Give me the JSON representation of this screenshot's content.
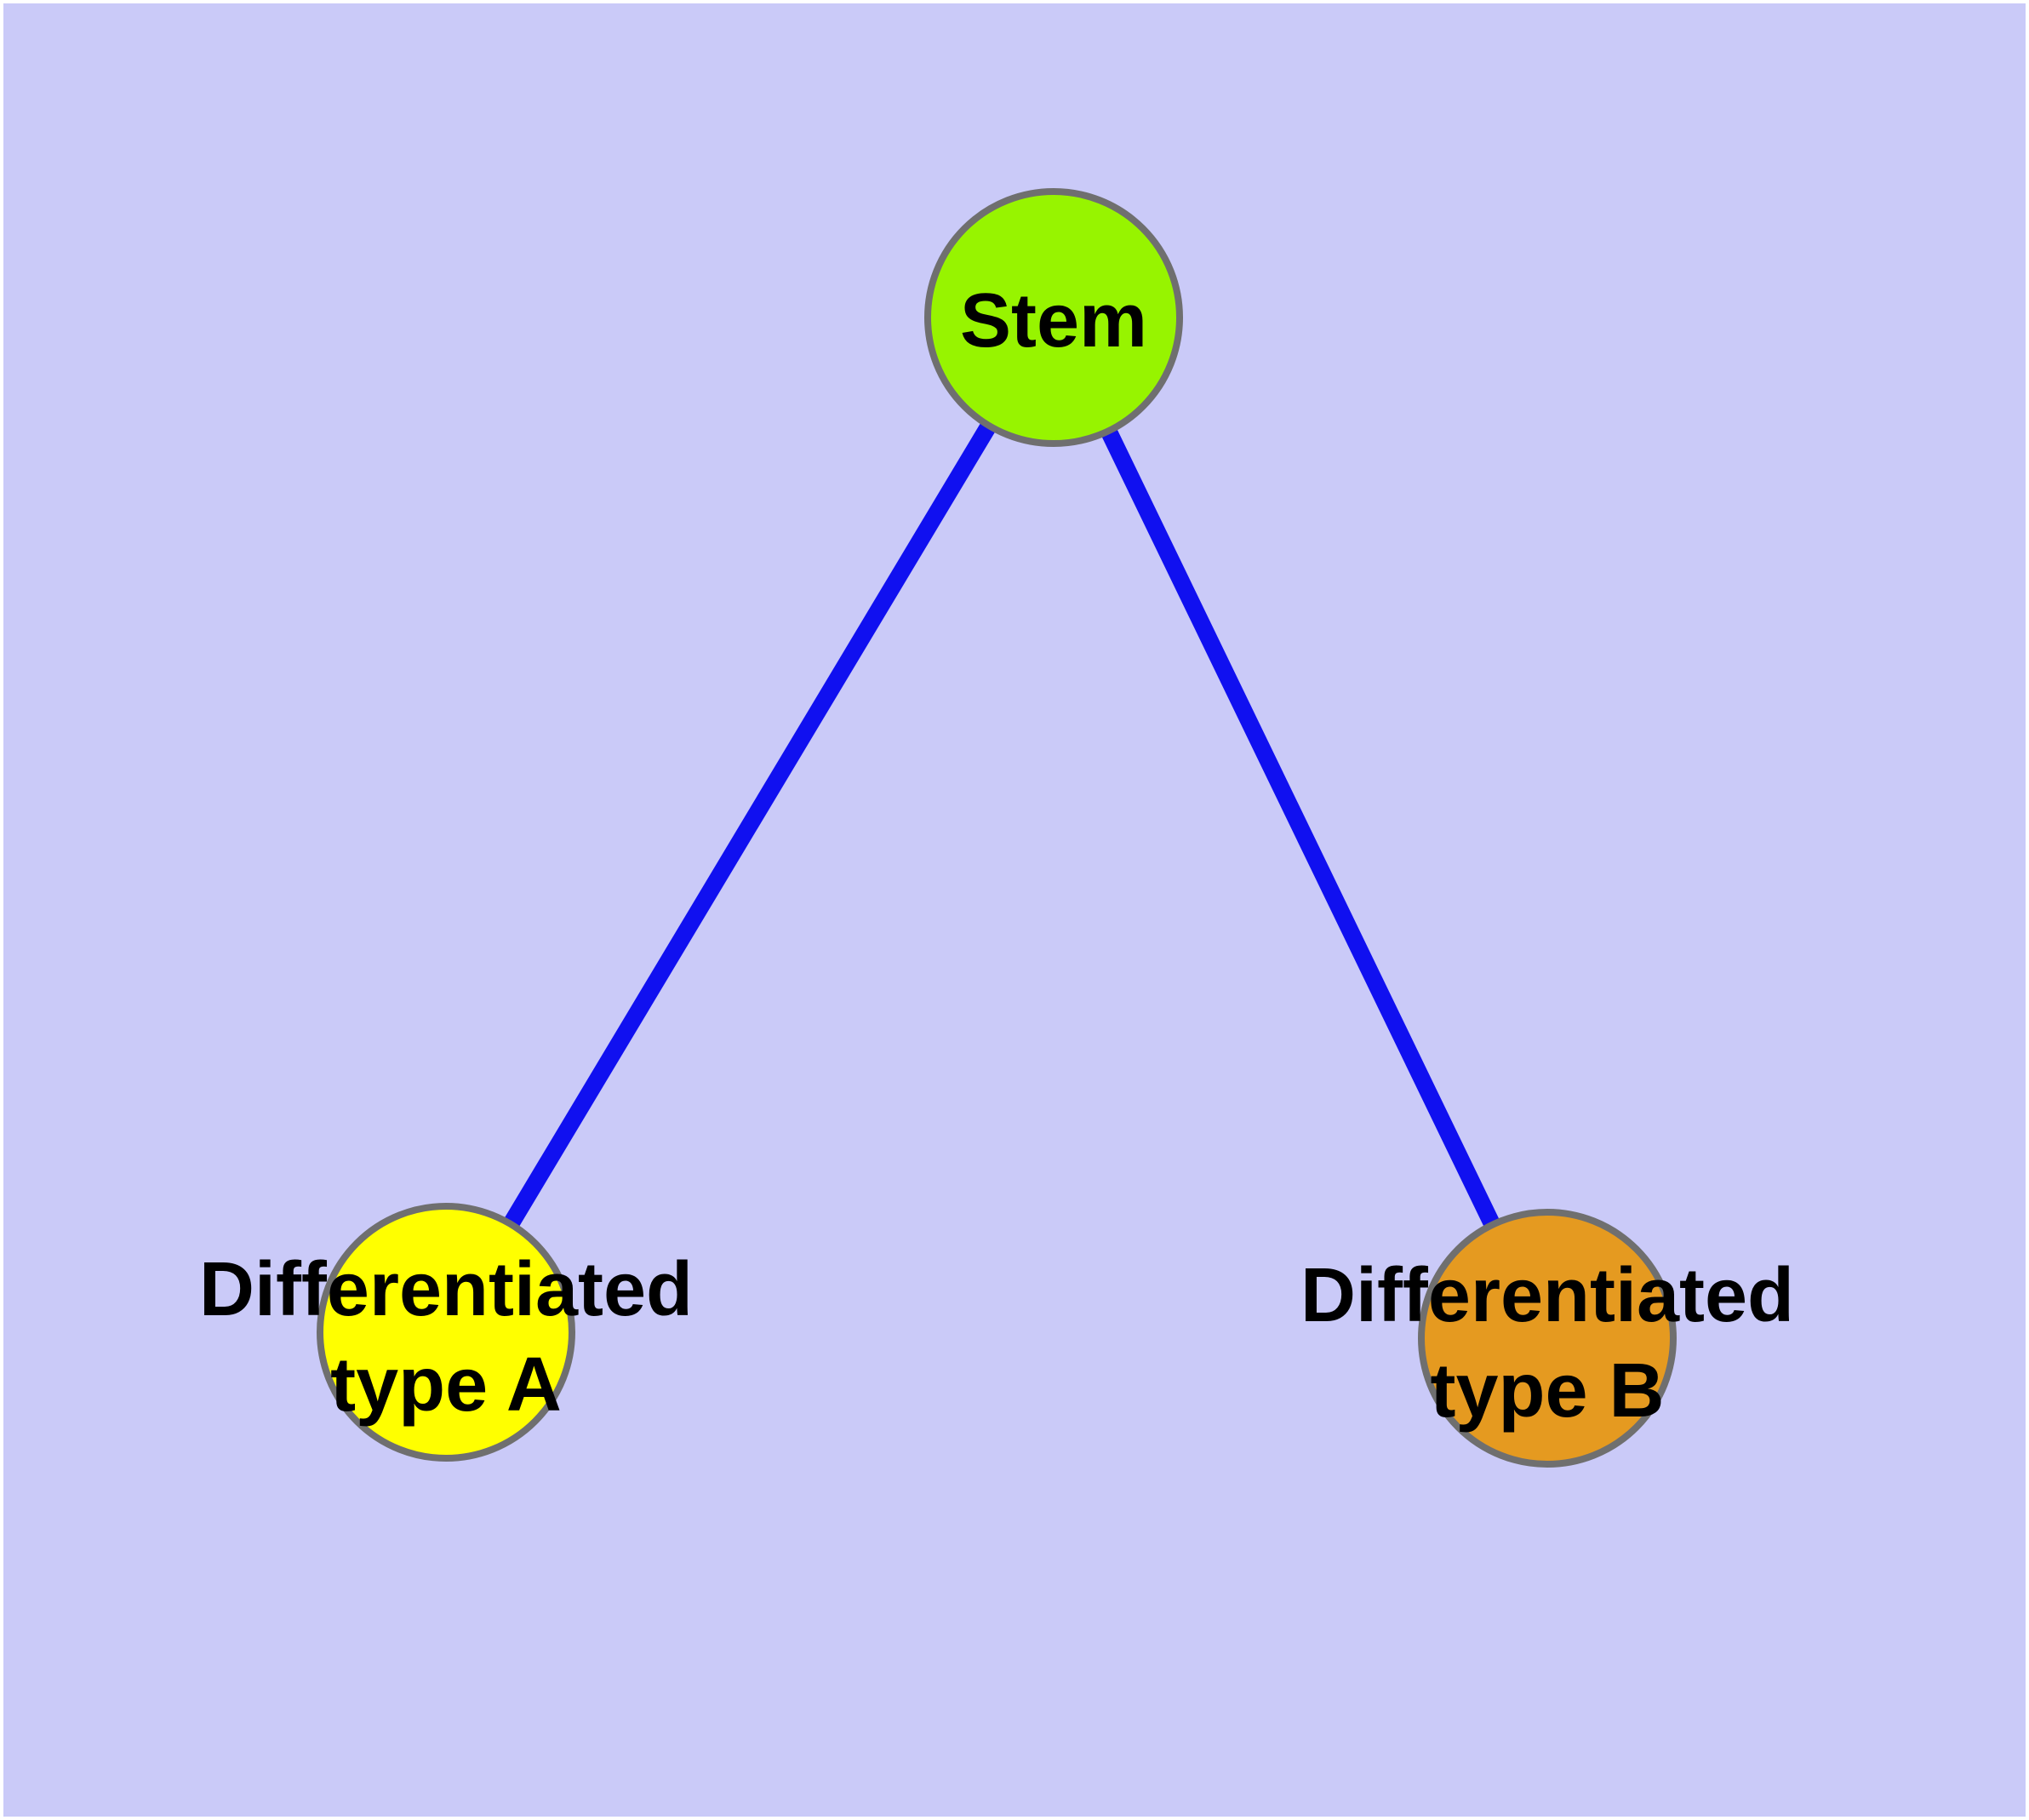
{
  "figure": {
    "type": "node-link-diagram",
    "background_color": "#CACAF8",
    "frame_color": "#FFFFFF",
    "edge_color": "#1010F0",
    "node_border_color": "#6F6F6F",
    "label_color": "#000000",
    "nodes": {
      "stem": {
        "label": "Stem",
        "fill": "#97F400"
      },
      "type_a": {
        "label_line1": "Differentiated",
        "label_line2": "type A",
        "fill": "#FFFF00"
      },
      "type_b": {
        "label_line1": "Differentiated",
        "label_line2": "type B",
        "fill": "#E59A20"
      }
    },
    "edges": [
      {
        "from": "Stem",
        "to": "Differentiated type A"
      },
      {
        "from": "Stem",
        "to": "Differentiated type B"
      }
    ]
  }
}
